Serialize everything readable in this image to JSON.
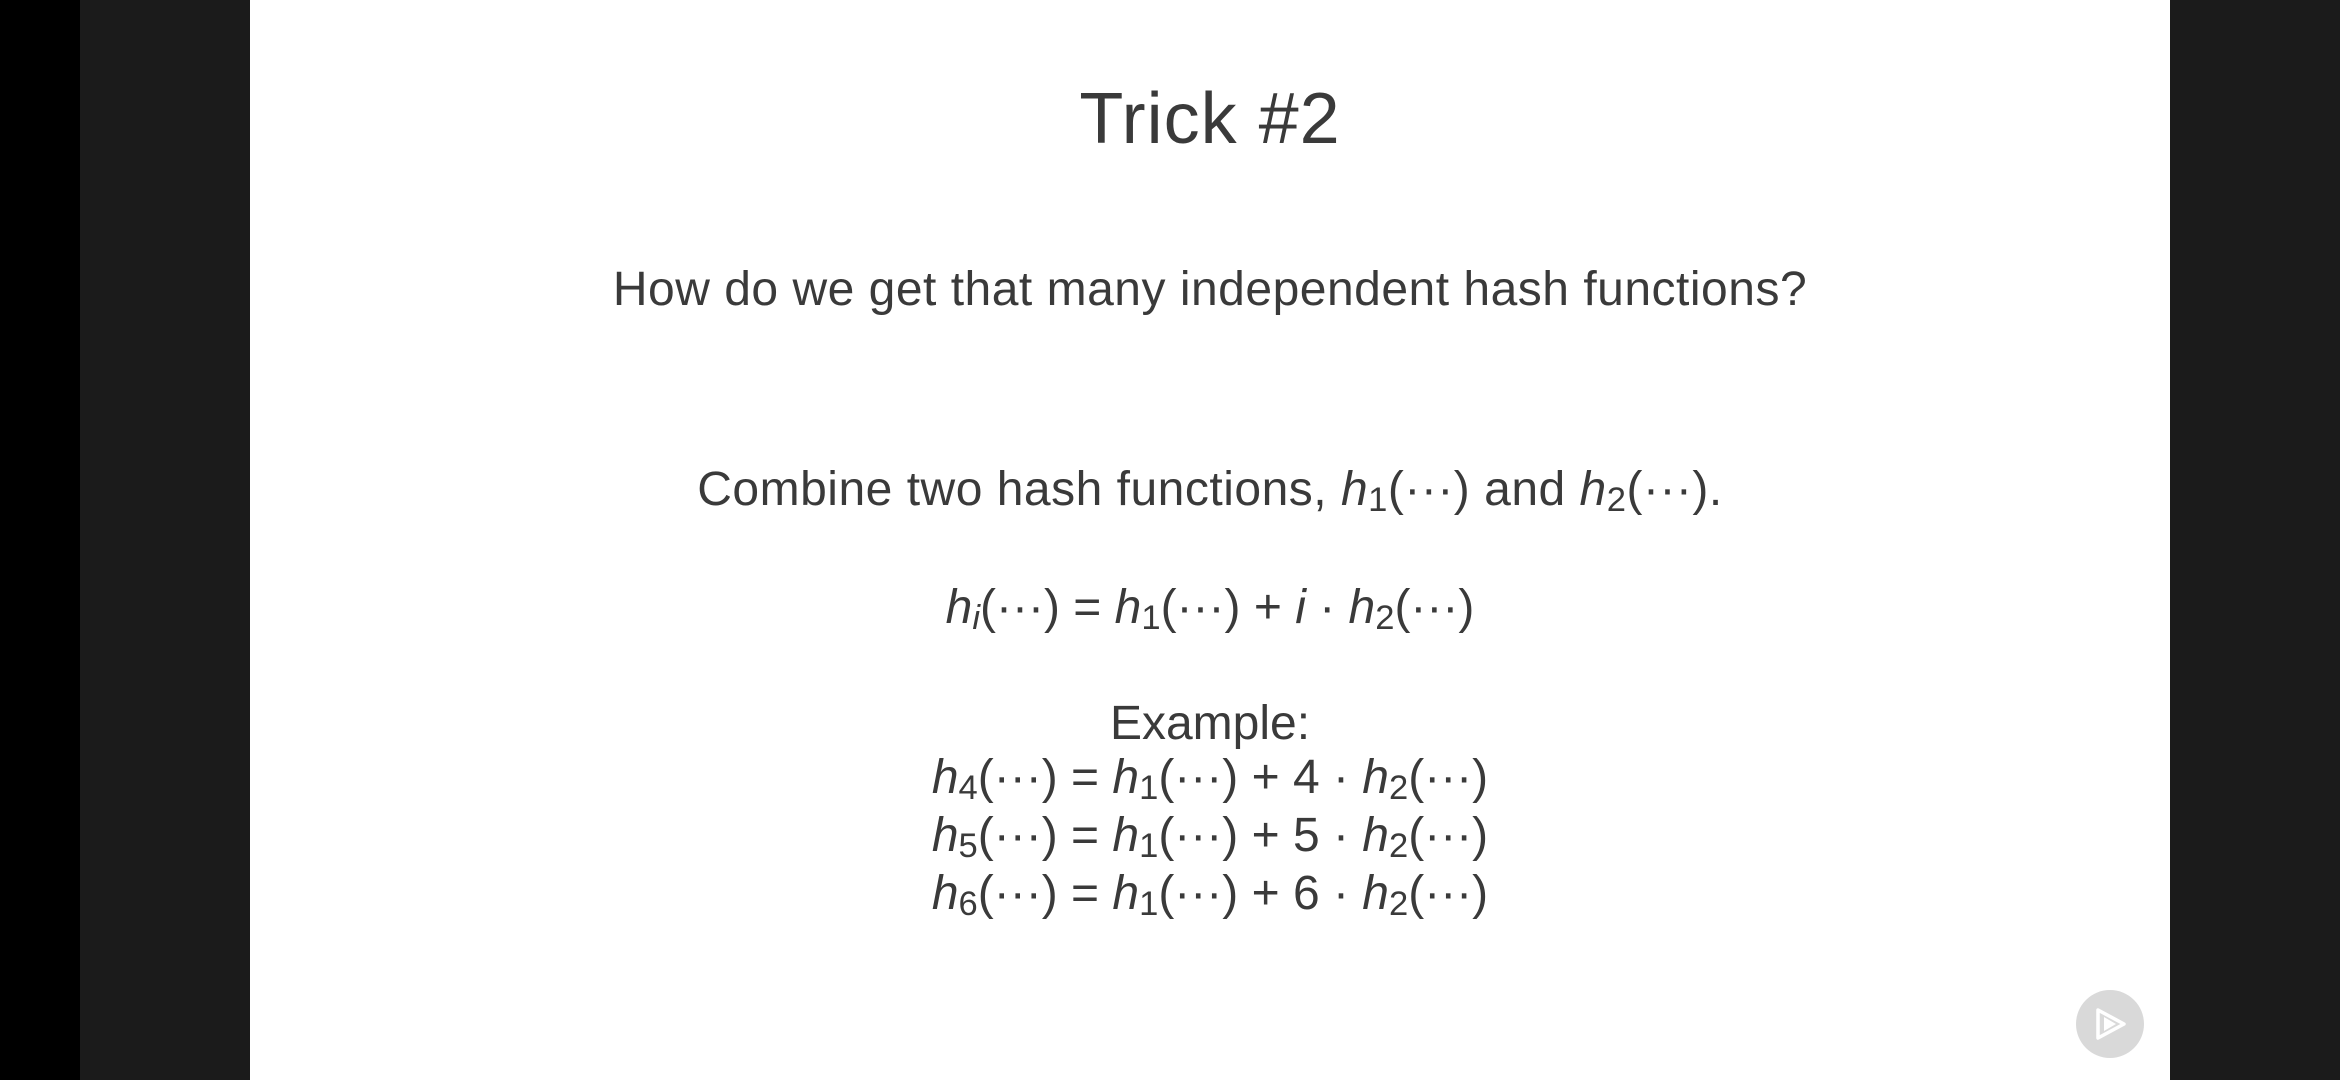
{
  "slide": {
    "title": "Trick #2",
    "question": "How do we get that many independent hash functions?",
    "combine": {
      "prefix": "Combine two hash functions, ",
      "h1_symbol": "h",
      "h1_sub": "1",
      "args": "(···)",
      "joiner": " and ",
      "h2_symbol": "h",
      "h2_sub": "2",
      "end": "."
    },
    "formula": {
      "lhs_symbol": "h",
      "lhs_sub": "i",
      "args": "(···)",
      "equals": " = ",
      "h1_symbol": "h",
      "h1_sub": "1",
      "plus": " + ",
      "i": "i",
      "dot": " · ",
      "h2_symbol": "h",
      "h2_sub": "2"
    },
    "example_label": "Example:",
    "examples": [
      {
        "sub": "4",
        "k": "4"
      },
      {
        "sub": "5",
        "k": "5"
      },
      {
        "sub": "6",
        "k": "6"
      }
    ]
  },
  "controls": {
    "play_icon": "play-triangle-icon",
    "play_icon_color": "#ffffff",
    "play_bg_color": "#d9d9d9"
  },
  "colors": {
    "slide_bg": "#ffffff",
    "text": "#3a3a3a",
    "side_bars": "#1b1b1b"
  }
}
